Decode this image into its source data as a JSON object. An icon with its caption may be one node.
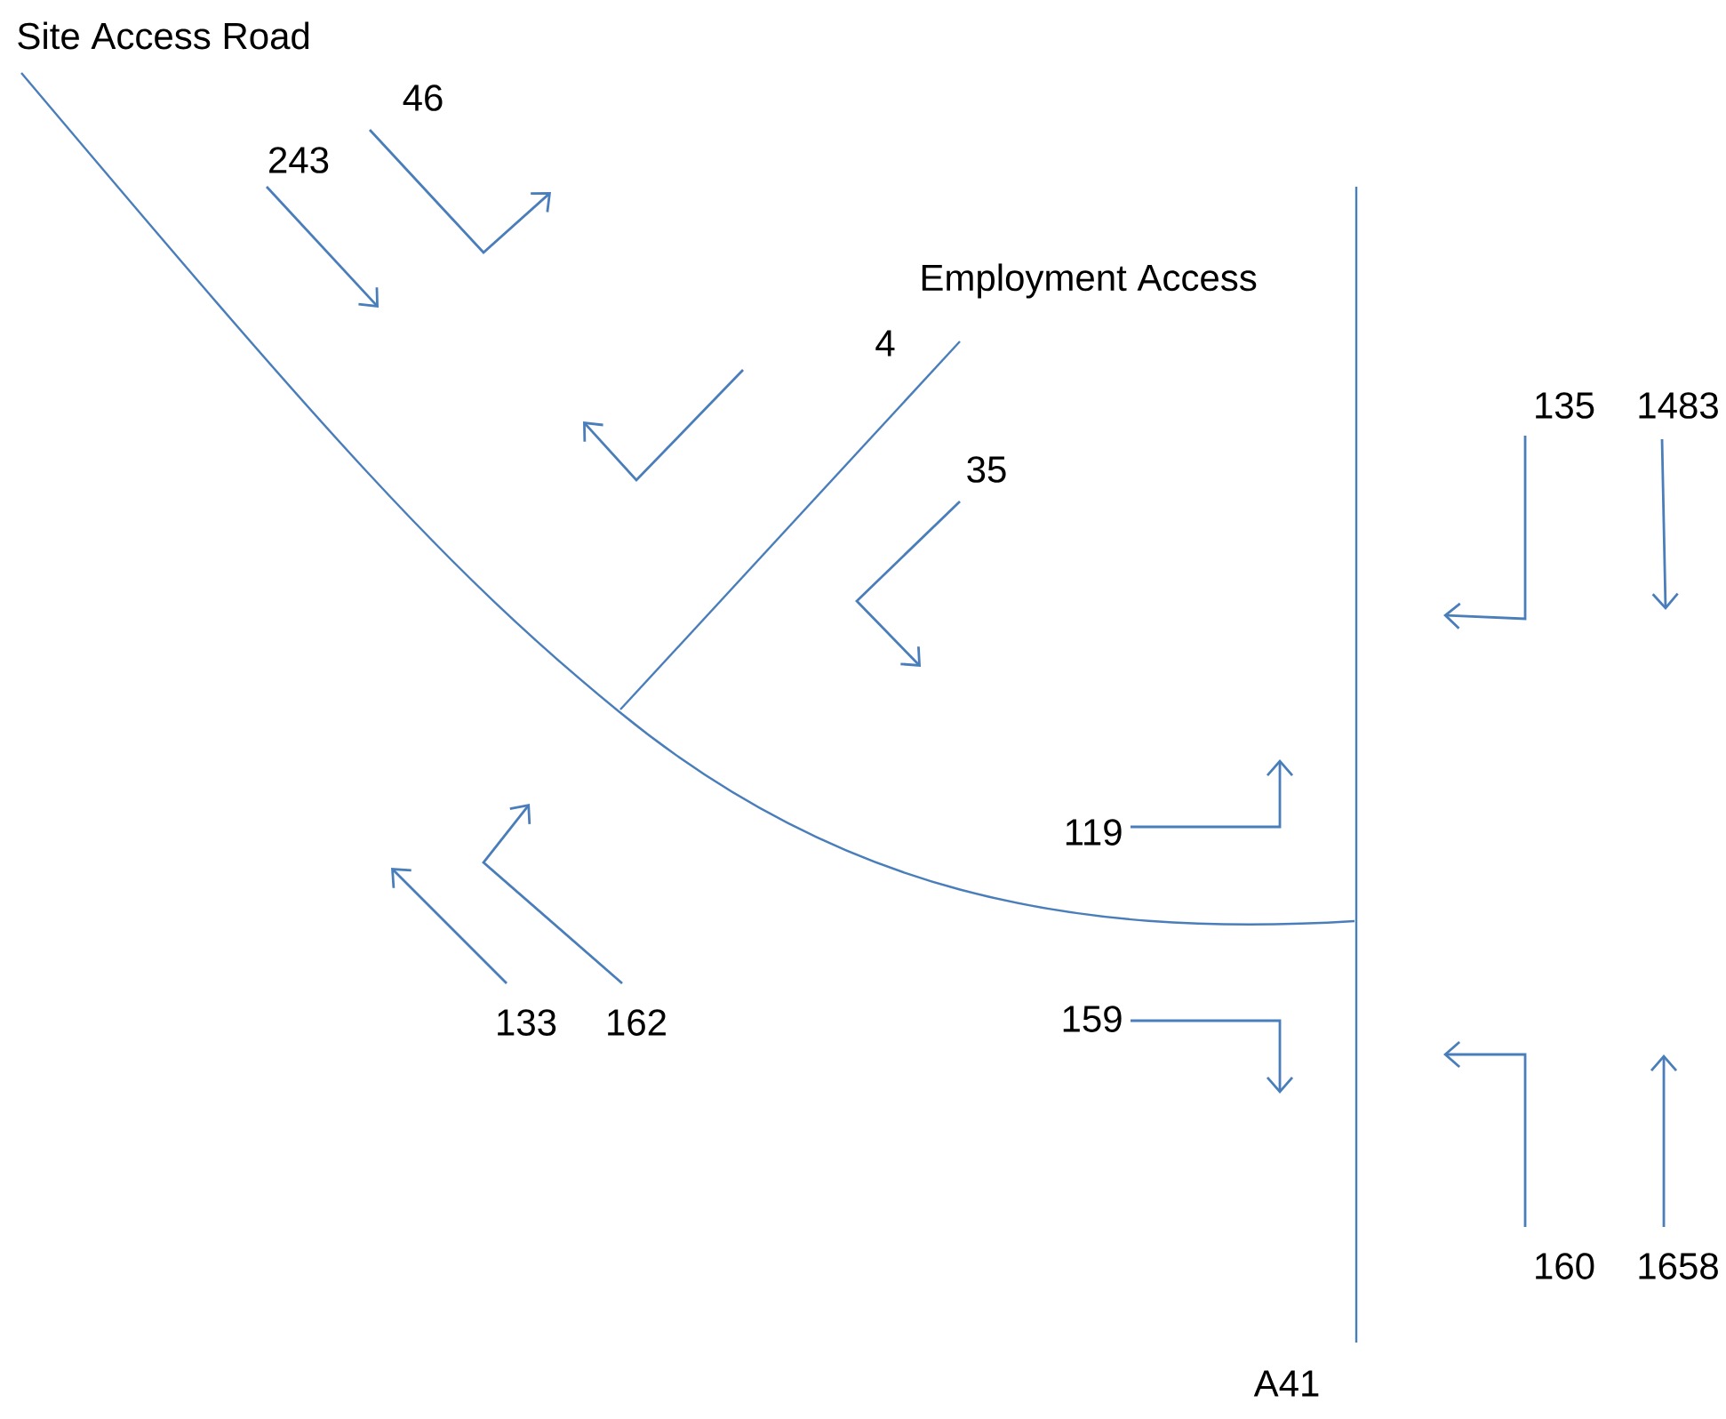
{
  "diagram": {
    "labels": [
      "Site Access Road",
      "46",
      "243",
      "Employment Access",
      "4",
      "135",
      "1483",
      "35",
      "119",
      "133",
      "162",
      "159",
      "160",
      "1658",
      "A41"
    ]
  }
}
